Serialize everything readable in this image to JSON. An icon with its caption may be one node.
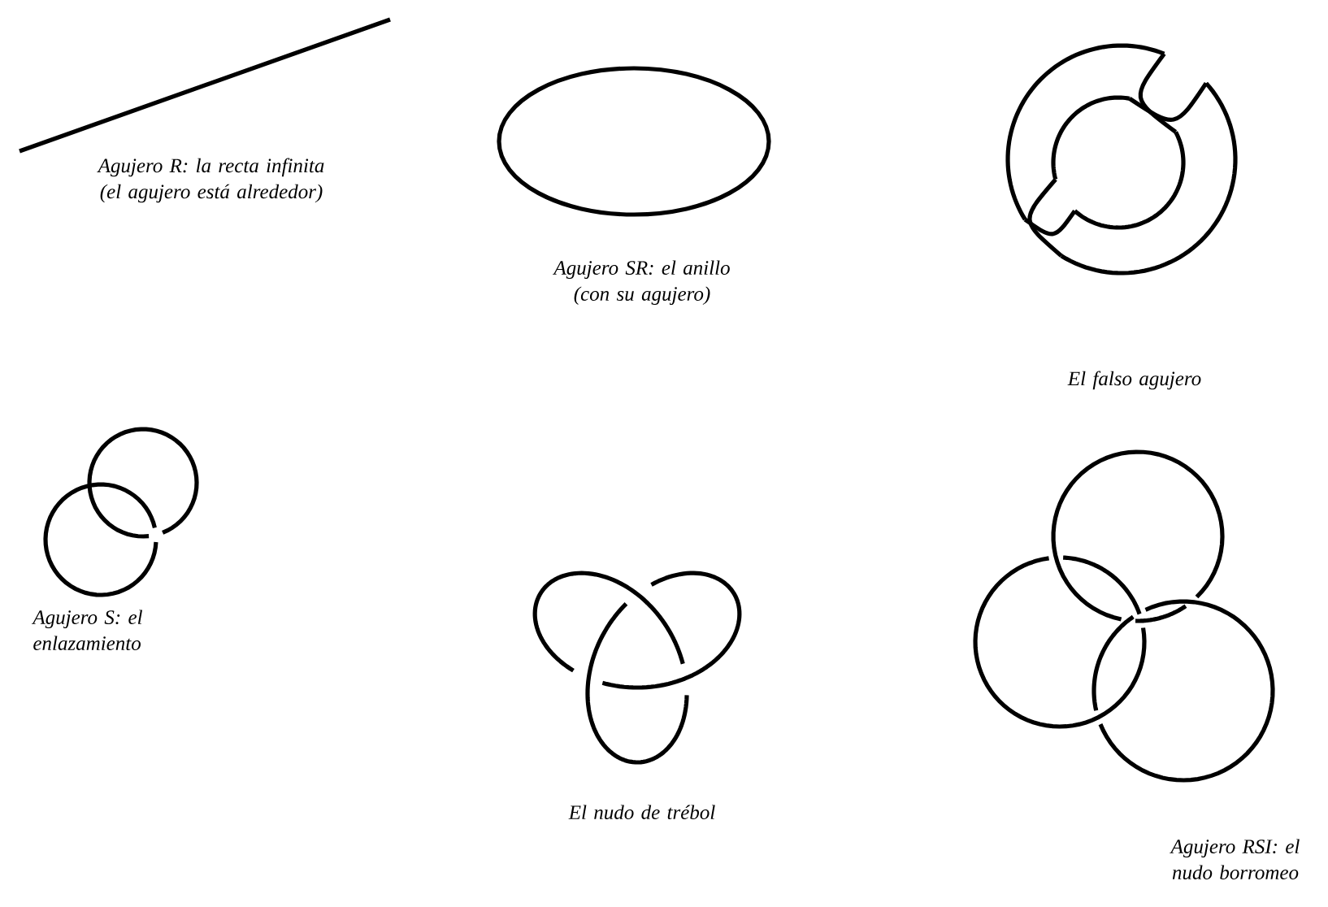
{
  "diagram": {
    "labels": [
      "Agujero R: la recta infinita (el agujero está alrededor)",
      "Agujero SR: el anillo (con su agujero)",
      "El falso agujero",
      "Agujero S: el enlazamiento",
      "El nudo de trébol",
      "Agujero RSI: el nudo borromeo"
    ]
  }
}
